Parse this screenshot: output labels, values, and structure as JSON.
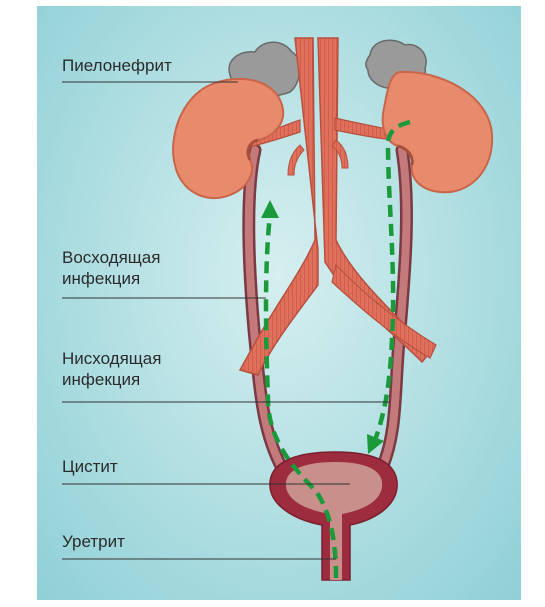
{
  "labels": {
    "pyelonephritis": "Пиелонефрит",
    "ascending_line1": "Восходящая",
    "ascending_line2": "инфекция",
    "descending_line1": "Нисходящая",
    "descending_line2": "инфекция",
    "cystitis": "Цистит",
    "urethritis": "Уретрит"
  },
  "colors": {
    "kidney": "#e88a6c",
    "kidney_dark": "#c96549",
    "vessel": "#e0705c",
    "ureter": "#a5545c",
    "bladder_wall": "#9c2c3e",
    "bladder_inner": "#c98f8a",
    "adrenal": "#9a9a9a",
    "infection_path": "#1a9a3a",
    "background": "#b6e1e4"
  }
}
